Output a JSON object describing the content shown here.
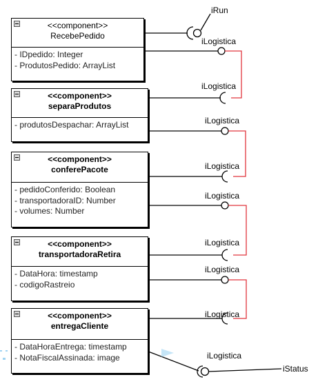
{
  "components": [
    {
      "stereotype": "<<component>>",
      "name": "RecebePedido",
      "attributes": [
        "- IDpedido: Integer",
        "- ProdutosPedido: ArrayList"
      ]
    },
    {
      "stereotype": "<<component>>",
      "name": "separaProdutos",
      "attributes": [
        "- produtosDespachar: ArrayList"
      ]
    },
    {
      "stereotype": "<<component>>",
      "name": "conferePacote",
      "attributes": [
        "- pedidoConferido: Boolean",
        "- transportadoraID: Number",
        "- volumes: Number"
      ]
    },
    {
      "stereotype": "<<component>>",
      "name": "transportadoraRetira",
      "attributes": [
        "- DataHora: timestamp",
        "- codigoRastreio"
      ]
    },
    {
      "stereotype": "<<component>>",
      "name": "entregaCliente",
      "attributes": [
        "- DataHoraEntrega: timestamp",
        "- NotaFiscalAssinada: image"
      ]
    }
  ],
  "interfaces": {
    "run": "iRun",
    "logistica": "iLogistica",
    "status": "iStatus"
  },
  "colors": {
    "connector": "#e0343c",
    "line": "#000000"
  }
}
